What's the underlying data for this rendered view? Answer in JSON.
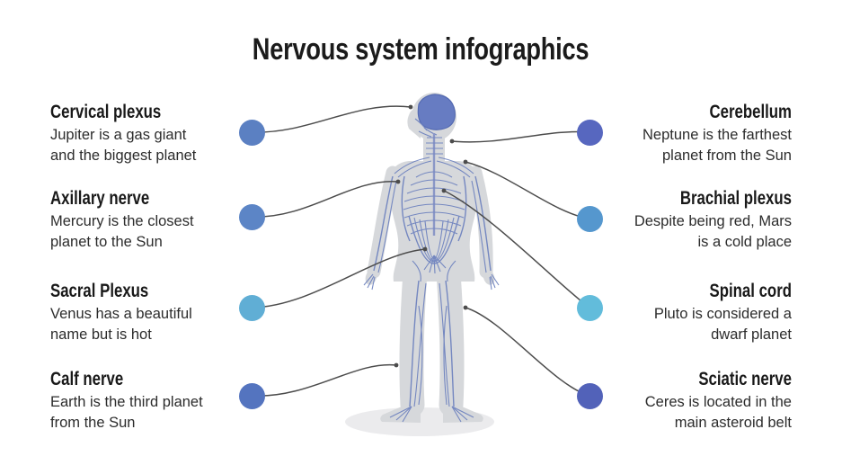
{
  "title": "Nervous system infographics",
  "items": {
    "left": [
      {
        "heading": "Cervical plexus",
        "description": "Jupiter is a gas giant\nand the biggest planet",
        "dot_color": "#5b80c2"
      },
      {
        "heading": "Axillary nerve",
        "description": "Mercury is the closest\nplanet to the Sun",
        "dot_color": "#5c85c6"
      },
      {
        "heading": "Sacral Plexus",
        "description": "Venus has a beautiful\nname but is hot",
        "dot_color": "#60aed5"
      },
      {
        "heading": "Calf nerve",
        "description": "Earth is the third planet\nfrom the Sun",
        "dot_color": "#5474bf"
      }
    ],
    "right": [
      {
        "heading": "Cerebellum",
        "description": "Neptune is the farthest\nplanet from the Sun",
        "dot_color": "#5767bf"
      },
      {
        "heading": "Brachial plexus",
        "description": "Despite being red, Mars\nis a cold place",
        "dot_color": "#5597ce"
      },
      {
        "heading": "Spinal cord",
        "description": "Pluto is considered a\ndwarf planet",
        "dot_color": "#62bcdb"
      },
      {
        "heading": "Sciatic nerve",
        "description": "Ceres is located in the\nmain asteroid belt",
        "dot_color": "#5262b9"
      }
    ]
  },
  "illustration": {
    "subject": "human-body-nervous-system",
    "colors": {
      "silhouette": "#d6d8db",
      "nerves": "#6a7fbe",
      "spine": "#8391c5",
      "brain": "#5b73c0",
      "brain_outline": "#475fae",
      "ground_shadow": "#ebebed",
      "connector": "#4c4c4c"
    }
  }
}
